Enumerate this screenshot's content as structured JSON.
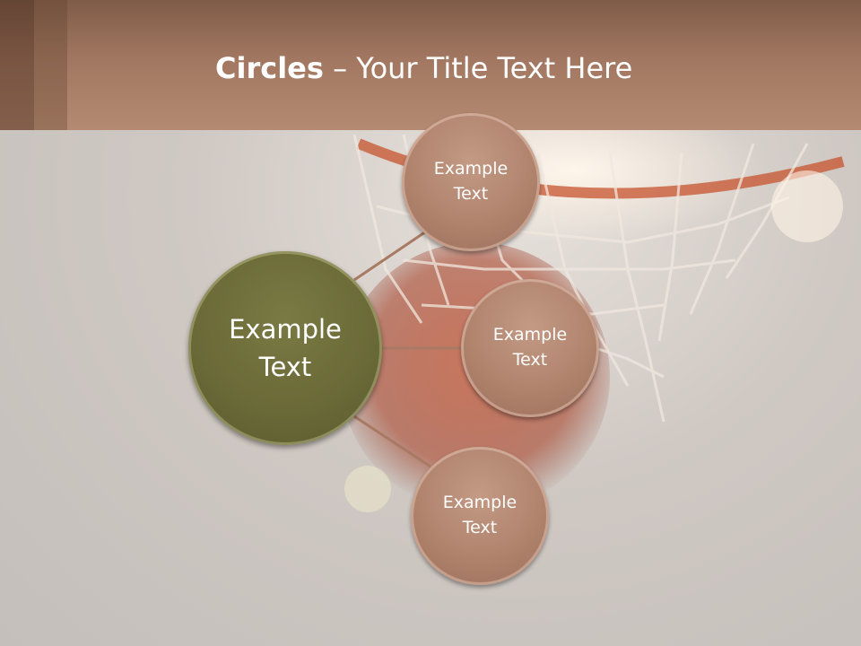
{
  "slide": {
    "title_bold": "Circles",
    "title_rest": " – Your Title Text Here"
  },
  "diagram": {
    "center": {
      "label_line1": "Example",
      "label_line2": "Text"
    },
    "satellites": [
      {
        "label_line1": "Example",
        "label_line2": "Text"
      },
      {
        "label_line1": "Example",
        "label_line2": "Text"
      },
      {
        "label_line1": "Example",
        "label_line2": "Text"
      }
    ]
  },
  "colors": {
    "header": "#a27761",
    "center_circle": "#6b6a38",
    "satellite_circle": "#b0836d",
    "connector": "#a87a63"
  }
}
